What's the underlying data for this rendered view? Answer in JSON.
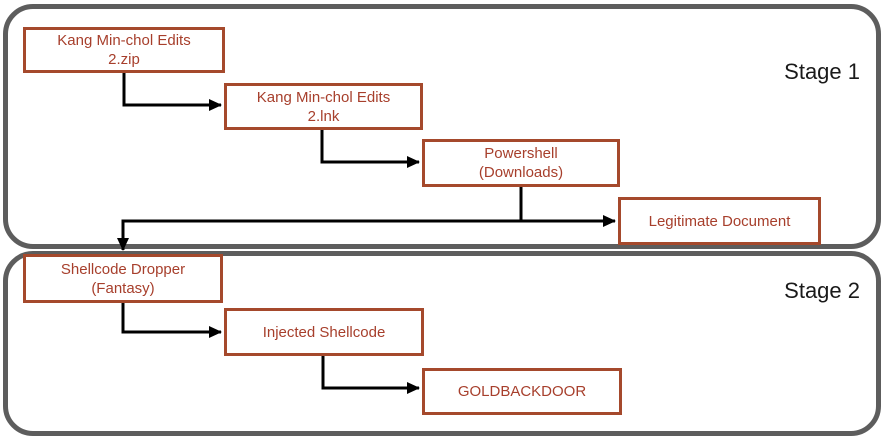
{
  "diagram": {
    "type": "flow",
    "description_visible": "Two-stage execution chain flow diagram"
  },
  "stages": [
    {
      "label": "Stage 1"
    },
    {
      "label": "Stage 2"
    }
  ],
  "nodes": {
    "zip": {
      "label": "Kang Min-chol Edits\n2.zip"
    },
    "lnk": {
      "label": "Kang Min-chol Edits\n2.lnk"
    },
    "powershell": {
      "label": "Powershell\n(Downloads)"
    },
    "legitimate": {
      "label": "Legitimate Document"
    },
    "dropper": {
      "label": "Shellcode Dropper\n(Fantasy)"
    },
    "injected": {
      "label": "Injected Shellcode"
    },
    "goldbackdoor": {
      "label": "GOLDBACKDOOR"
    }
  },
  "edges": [
    {
      "from": "Kang Min-chol Edits 2.zip",
      "to": "Kang Min-chol Edits 2.lnk"
    },
    {
      "from": "Kang Min-chol Edits 2.lnk",
      "to": "Powershell (Downloads)"
    },
    {
      "from": "Powershell (Downloads)",
      "to": "Legitimate Document"
    },
    {
      "from": "Powershell (Downloads)",
      "to": "Shellcode Dropper (Fantasy)"
    },
    {
      "from": "Shellcode Dropper (Fantasy)",
      "to": "Injected Shellcode"
    },
    {
      "from": "Injected Shellcode",
      "to": "GOLDBACKDOOR"
    }
  ],
  "colors": {
    "node_border": "#a5492c",
    "node_text": "#a73f2c",
    "node_fill": "#ffffff",
    "stage_border": "#5d5d5d",
    "stage_label_text": "#1a1a1a",
    "arrow": "#000000",
    "background": "#ffffff"
  }
}
